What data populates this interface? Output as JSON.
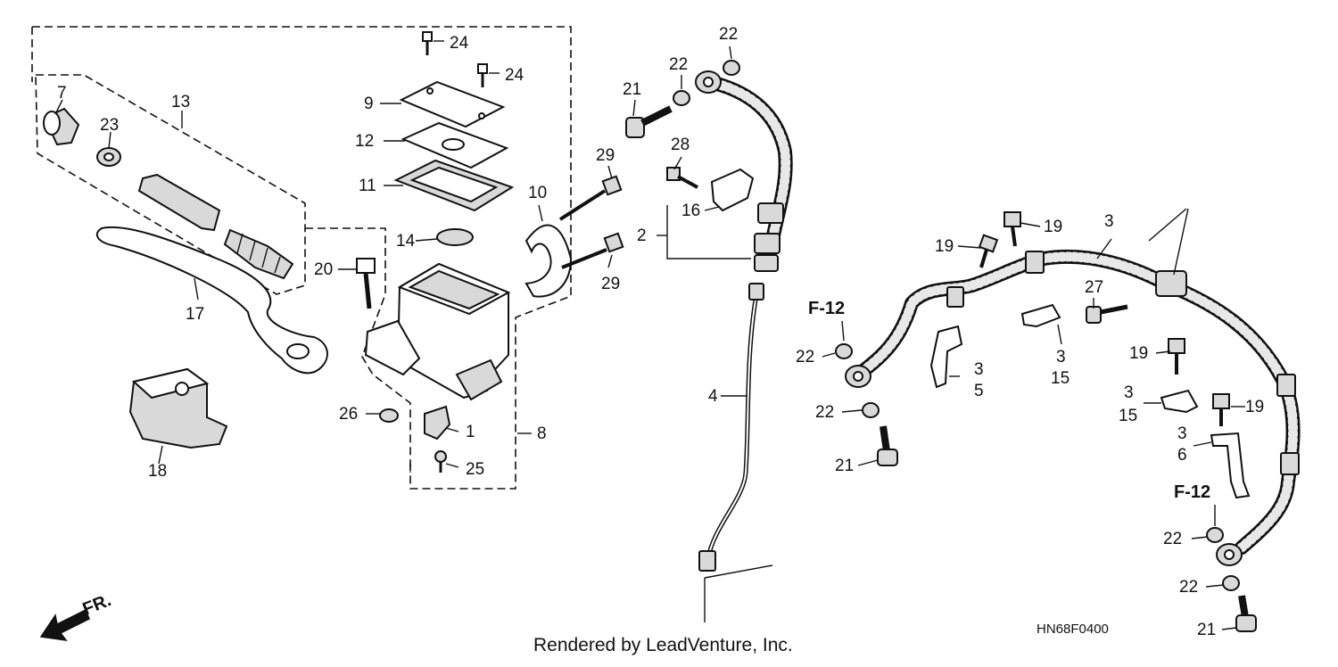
{
  "diagram": {
    "code": "HN68F0400",
    "credit": "Rendered by LeadVenture, Inc.",
    "direction_label": "FR.",
    "callouts": {
      "c1": "1",
      "c2": "2",
      "c3a": "3",
      "c3b": "3",
      "c3c": "3",
      "c3d": "3",
      "c3e": "3",
      "c4": "4",
      "c5": "5",
      "c6": "6",
      "c7": "7",
      "c8": "8",
      "c9": "9",
      "c10": "10",
      "c11": "11",
      "c12": "12",
      "c13": "13",
      "c14": "14",
      "c15a": "15",
      "c15b": "15",
      "c16": "16",
      "c17": "17",
      "c18": "18",
      "c19a": "19",
      "c19b": "19",
      "c19c": "19",
      "c19d": "19",
      "c20": "20",
      "c21a": "21",
      "c21b": "21",
      "c21c": "21",
      "c22a": "22",
      "c22b": "22",
      "c22c": "22",
      "c22d": "22",
      "c22e": "22",
      "c22f": "22",
      "c23": "23",
      "c24a": "24",
      "c24b": "24",
      "c25": "25",
      "c26": "26",
      "c27": "27",
      "c28": "28",
      "c29a": "29",
      "c29b": "29"
    },
    "refs": {
      "f12a": "F-12",
      "f12b": "F-12"
    }
  }
}
